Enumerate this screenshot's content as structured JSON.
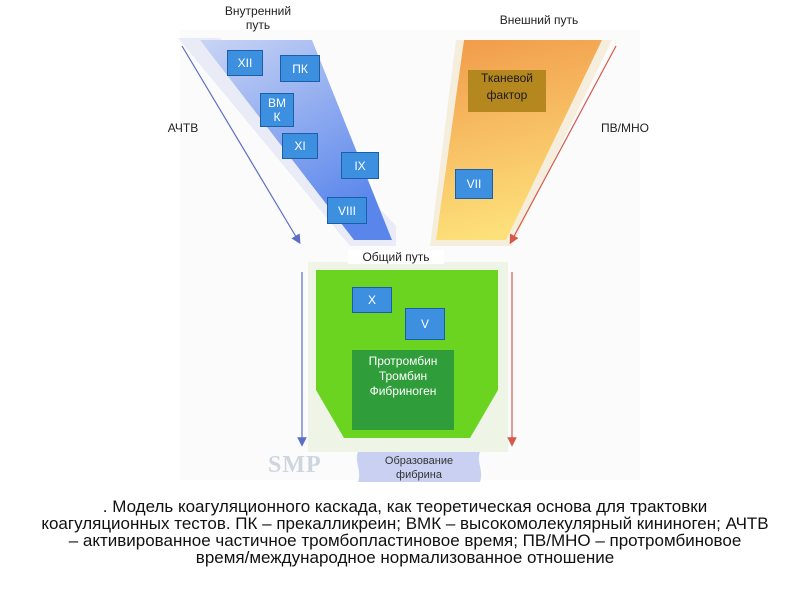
{
  "headers": {
    "intrinsic": "Внутренний путь",
    "extrinsic": "Внешний путь",
    "common": "Общий путь"
  },
  "side_labels": {
    "left": "АЧТВ",
    "right": "ПВ/МНО"
  },
  "intrinsic_factors": [
    "XII",
    "ПК",
    "ВМК",
    "XI",
    "IX",
    "VIII"
  ],
  "extrinsic_factors": {
    "tissue_factor": "Тканевой фактор",
    "vii": "VII"
  },
  "common_factors": {
    "x": "X",
    "v": "V",
    "prothrombin": "Протромбин",
    "thrombin": "Тромбин",
    "fibrinogen": "Фибриноген"
  },
  "fibrin_formation": "Образование фибрина",
  "watermark": "SMP",
  "caption": ". Модель коагуляционного каскада, как теоретическая основа для трактовки коагуляционных тестов. ПК – прекалликреин; ВМК – высокомолекулярный кининоген; АЧТВ – активированное частичное тромбопластиновое время; ПВ/МНО – протромбиновое время/международное нормализованное отношение",
  "colors": {
    "intrinsic_top": "#c9d4f4",
    "intrinsic_bottom": "#5a86ec",
    "extrinsic_top": "#f19a4a",
    "extrinsic_bottom": "#fde07a",
    "common": "#6ad421",
    "factor_box": "#3d8fe0",
    "arrow_left": "#5b6fc4",
    "arrow_right": "#d45a4a"
  }
}
